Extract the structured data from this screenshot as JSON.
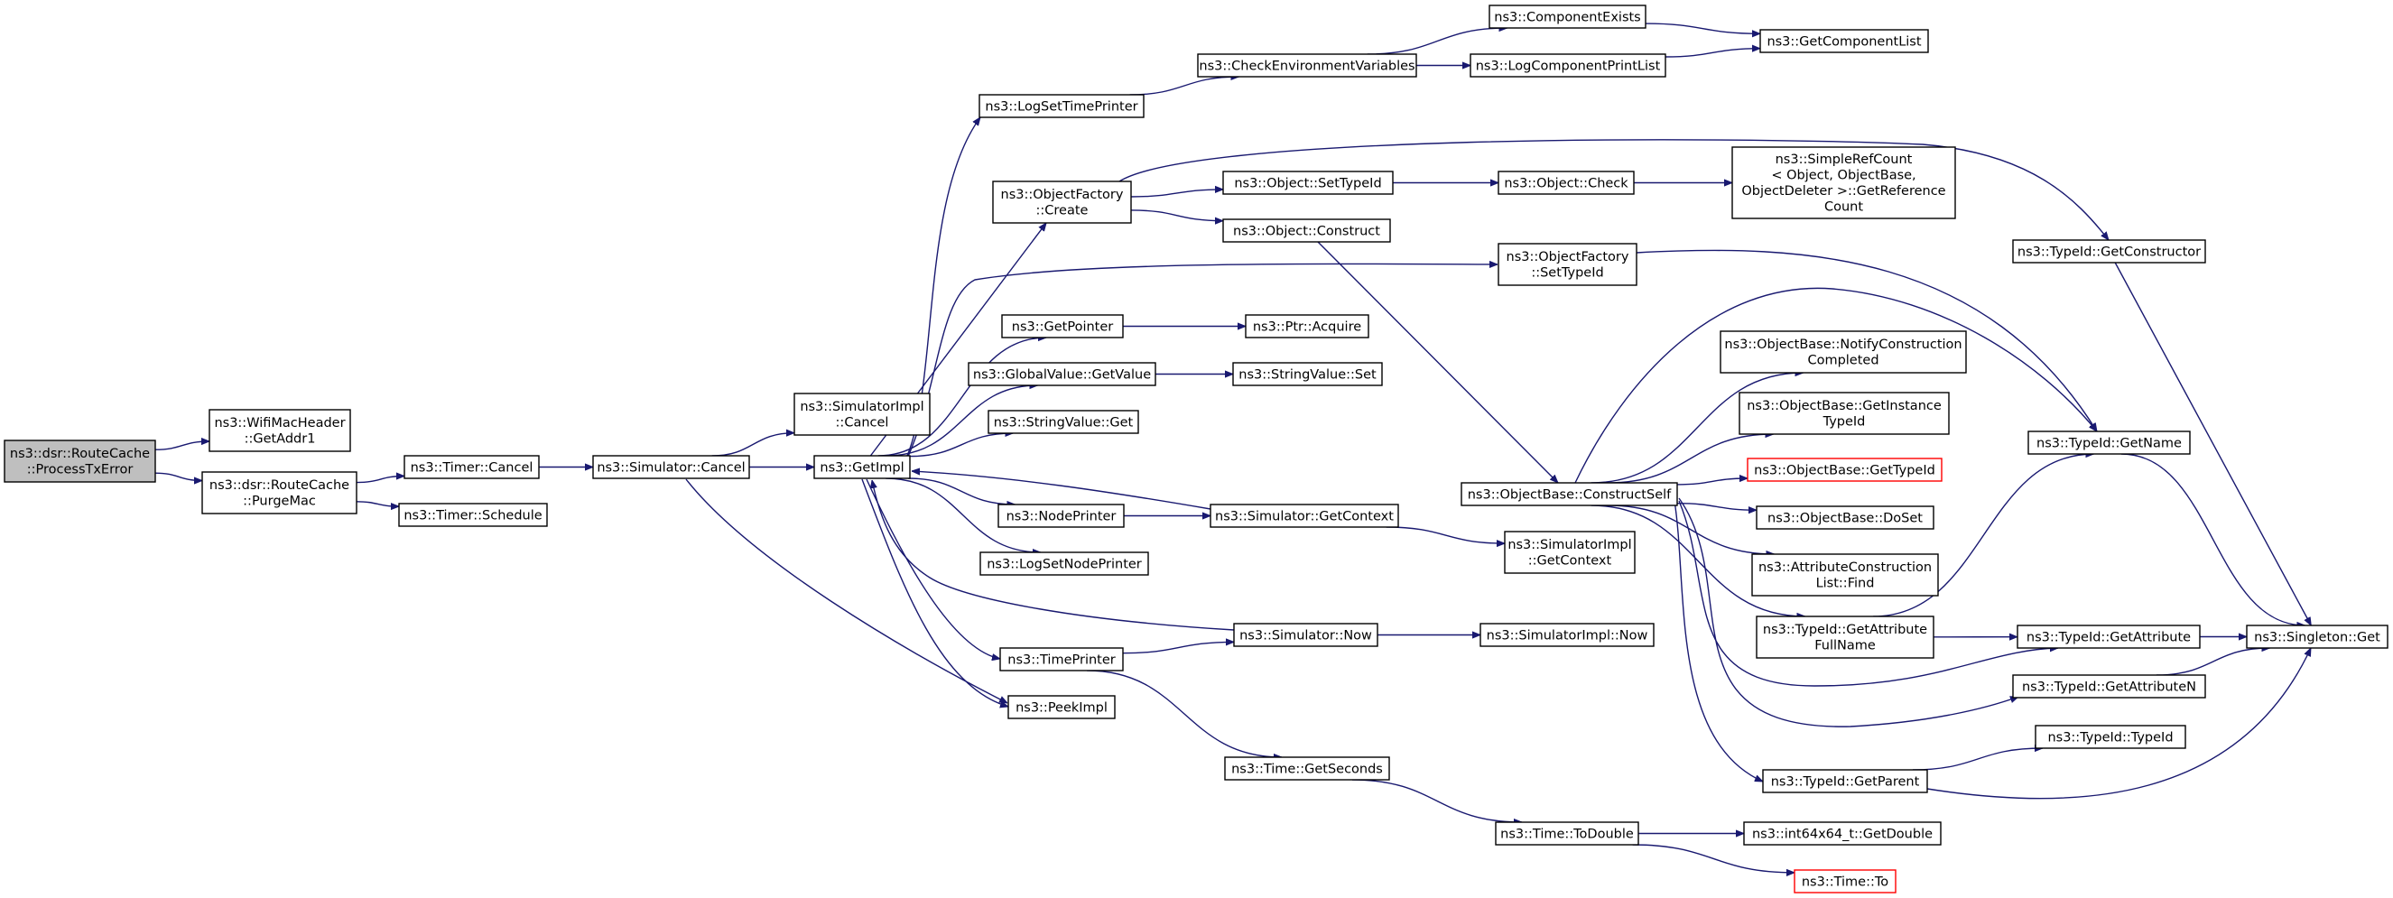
{
  "nodes": [
    {
      "id": "root",
      "lines": [
        "ns3::dsr::RouteCache",
        "::ProcessTxError"
      ],
      "style": "root"
    },
    {
      "id": "wifiGetAddr1",
      "lines": [
        "ns3::WifiMacHeader",
        "::GetAddr1"
      ]
    },
    {
      "id": "purgeMac",
      "lines": [
        "ns3::dsr::RouteCache",
        "::PurgeMac"
      ]
    },
    {
      "id": "timerCancel",
      "lines": [
        "ns3::Timer::Cancel"
      ]
    },
    {
      "id": "timerSchedule",
      "lines": [
        "ns3::Timer::Schedule"
      ]
    },
    {
      "id": "simCancel",
      "lines": [
        "ns3::Simulator::Cancel"
      ]
    },
    {
      "id": "simImplCancel",
      "lines": [
        "ns3::SimulatorImpl",
        "::Cancel"
      ]
    },
    {
      "id": "getImpl",
      "lines": [
        "ns3::GetImpl"
      ]
    },
    {
      "id": "logSetTimePrinter",
      "lines": [
        "ns3::LogSetTimePrinter"
      ]
    },
    {
      "id": "checkEnv",
      "lines": [
        "ns3::CheckEnvironmentVariables"
      ]
    },
    {
      "id": "componentExists",
      "lines": [
        "ns3::ComponentExists"
      ]
    },
    {
      "id": "logComponentPrintList",
      "lines": [
        "ns3::LogComponentPrintList"
      ]
    },
    {
      "id": "getComponentList",
      "lines": [
        "ns3::GetComponentList"
      ]
    },
    {
      "id": "objFactoryCreate",
      "lines": [
        "ns3::ObjectFactory",
        "::Create"
      ]
    },
    {
      "id": "objSetTypeId",
      "lines": [
        "ns3::Object::SetTypeId"
      ]
    },
    {
      "id": "objCheck",
      "lines": [
        "ns3::Object::Check"
      ]
    },
    {
      "id": "simpleRefCount",
      "lines": [
        "ns3::SimpleRefCount",
        "< Object, ObjectBase,",
        "ObjectDeleter >::GetReference",
        "Count"
      ]
    },
    {
      "id": "objConstruct",
      "lines": [
        "ns3::Object::Construct"
      ]
    },
    {
      "id": "objFactorySetTypeId",
      "lines": [
        "ns3::ObjectFactory",
        "::SetTypeId"
      ]
    },
    {
      "id": "typeIdGetConstructor",
      "lines": [
        "ns3::TypeId::GetConstructor"
      ]
    },
    {
      "id": "getPointer",
      "lines": [
        "ns3::GetPointer"
      ]
    },
    {
      "id": "ptrAcquire",
      "lines": [
        "ns3::Ptr::Acquire"
      ]
    },
    {
      "id": "globalValueGetValue",
      "lines": [
        "ns3::GlobalValue::GetValue"
      ]
    },
    {
      "id": "stringValueSet",
      "lines": [
        "ns3::StringValue::Set"
      ]
    },
    {
      "id": "stringValueGet",
      "lines": [
        "ns3::StringValue::Get"
      ]
    },
    {
      "id": "nodePrinter",
      "lines": [
        "ns3::NodePrinter"
      ]
    },
    {
      "id": "simGetContext",
      "lines": [
        "ns3::Simulator::GetContext"
      ]
    },
    {
      "id": "logSetNodePrinter",
      "lines": [
        "ns3::LogSetNodePrinter"
      ]
    },
    {
      "id": "simulatorNow",
      "lines": [
        "ns3::Simulator::Now"
      ]
    },
    {
      "id": "simImplNow",
      "lines": [
        "ns3::SimulatorImpl::Now"
      ]
    },
    {
      "id": "timePrinter",
      "lines": [
        "ns3::TimePrinter"
      ]
    },
    {
      "id": "peekImpl",
      "lines": [
        "ns3::PeekImpl"
      ]
    },
    {
      "id": "timeGetSeconds",
      "lines": [
        "ns3::Time::GetSeconds"
      ]
    },
    {
      "id": "timeToDouble",
      "lines": [
        "ns3::Time::ToDouble"
      ]
    },
    {
      "id": "int64GetDouble",
      "lines": [
        "ns3::int64x64_t::GetDouble"
      ]
    },
    {
      "id": "timeTo",
      "lines": [
        "ns3::Time::To"
      ],
      "style": "red"
    },
    {
      "id": "simImplGetContext",
      "lines": [
        "ns3::SimulatorImpl",
        "::GetContext"
      ]
    },
    {
      "id": "constructSelf",
      "lines": [
        "ns3::ObjectBase::ConstructSelf"
      ]
    },
    {
      "id": "notifyConstruction",
      "lines": [
        "ns3::ObjectBase::NotifyConstruction",
        "Completed"
      ]
    },
    {
      "id": "getInstanceTypeId",
      "lines": [
        "ns3::ObjectBase::GetInstance",
        "TypeId"
      ]
    },
    {
      "id": "objBaseGetTypeId",
      "lines": [
        "ns3::ObjectBase::GetTypeId"
      ],
      "style": "red"
    },
    {
      "id": "objBaseDoSet",
      "lines": [
        "ns3::ObjectBase::DoSet"
      ]
    },
    {
      "id": "attrConstructionFind",
      "lines": [
        "ns3::AttributeConstruction",
        "List::Find"
      ]
    },
    {
      "id": "getAttributeFullName",
      "lines": [
        "ns3::TypeId::GetAttribute",
        "FullName"
      ]
    },
    {
      "id": "typeIdGetParent",
      "lines": [
        "ns3::TypeId::GetParent"
      ]
    },
    {
      "id": "typeIdGetName",
      "lines": [
        "ns3::TypeId::GetName"
      ]
    },
    {
      "id": "typeIdGetAttribute",
      "lines": [
        "ns3::TypeId::GetAttribute"
      ]
    },
    {
      "id": "typeIdGetAttributeN",
      "lines": [
        "ns3::TypeId::GetAttributeN"
      ]
    },
    {
      "id": "typeIdTypeId",
      "lines": [
        "ns3::TypeId::TypeId"
      ]
    },
    {
      "id": "singletonGet",
      "lines": [
        "ns3::Singleton::Get"
      ]
    }
  ],
  "edges": [
    [
      "root",
      "wifiGetAddr1"
    ],
    [
      "root",
      "purgeMac"
    ],
    [
      "purgeMac",
      "timerCancel"
    ],
    [
      "purgeMac",
      "timerSchedule"
    ],
    [
      "timerCancel",
      "simCancel"
    ],
    [
      "simCancel",
      "simImplCancel"
    ],
    [
      "simCancel",
      "getImpl"
    ],
    [
      "simCancel",
      "peekImpl"
    ],
    [
      "getImpl",
      "logSetTimePrinter"
    ],
    [
      "getImpl",
      "objFactoryCreate"
    ],
    [
      "getImpl",
      "objFactorySetTypeId"
    ],
    [
      "getImpl",
      "getPointer"
    ],
    [
      "getImpl",
      "globalValueGetValue"
    ],
    [
      "getImpl",
      "stringValueGet"
    ],
    [
      "getImpl",
      "nodePrinter"
    ],
    [
      "getImpl",
      "logSetNodePrinter"
    ],
    [
      "getImpl",
      "timePrinter"
    ],
    [
      "getImpl",
      "peekImpl"
    ],
    [
      "logSetTimePrinter",
      "checkEnv"
    ],
    [
      "checkEnv",
      "componentExists"
    ],
    [
      "checkEnv",
      "logComponentPrintList"
    ],
    [
      "componentExists",
      "getComponentList"
    ],
    [
      "logComponentPrintList",
      "getComponentList"
    ],
    [
      "objFactoryCreate",
      "objSetTypeId"
    ],
    [
      "objFactoryCreate",
      "objConstruct"
    ],
    [
      "objFactoryCreate",
      "typeIdGetConstructor"
    ],
    [
      "objSetTypeId",
      "objCheck"
    ],
    [
      "objCheck",
      "simpleRefCount"
    ],
    [
      "objConstruct",
      "constructSelf"
    ],
    [
      "objFactorySetTypeId",
      "typeIdGetName"
    ],
    [
      "typeIdGetConstructor",
      "singletonGet"
    ],
    [
      "getPointer",
      "ptrAcquire"
    ],
    [
      "globalValueGetValue",
      "stringValueSet"
    ],
    [
      "nodePrinter",
      "simGetContext"
    ],
    [
      "simGetContext",
      "getImpl"
    ],
    [
      "simGetContext",
      "simImplGetContext"
    ],
    [
      "simulatorNow",
      "getImpl"
    ],
    [
      "simulatorNow",
      "simImplNow"
    ],
    [
      "timePrinter",
      "simulatorNow"
    ],
    [
      "timePrinter",
      "timeGetSeconds"
    ],
    [
      "timeGetSeconds",
      "timeToDouble"
    ],
    [
      "timeToDouble",
      "int64GetDouble"
    ],
    [
      "timeToDouble",
      "timeTo"
    ],
    [
      "constructSelf",
      "notifyConstruction"
    ],
    [
      "constructSelf",
      "getInstanceTypeId"
    ],
    [
      "constructSelf",
      "objBaseGetTypeId"
    ],
    [
      "constructSelf",
      "objBaseDoSet"
    ],
    [
      "constructSelf",
      "attrConstructionFind"
    ],
    [
      "constructSelf",
      "getAttributeFullName"
    ],
    [
      "constructSelf",
      "typeIdGetParent"
    ],
    [
      "constructSelf",
      "typeIdGetName"
    ],
    [
      "constructSelf",
      "typeIdGetAttribute"
    ],
    [
      "constructSelf",
      "typeIdGetAttributeN"
    ],
    [
      "getAttributeFullName",
      "typeIdGetName"
    ],
    [
      "getAttributeFullName",
      "typeIdGetAttribute"
    ],
    [
      "typeIdGetParent",
      "typeIdTypeId"
    ],
    [
      "typeIdGetParent",
      "singletonGet"
    ],
    [
      "typeIdGetName",
      "singletonGet"
    ],
    [
      "typeIdGetAttribute",
      "singletonGet"
    ],
    [
      "typeIdGetAttributeN",
      "singletonGet"
    ]
  ]
}
